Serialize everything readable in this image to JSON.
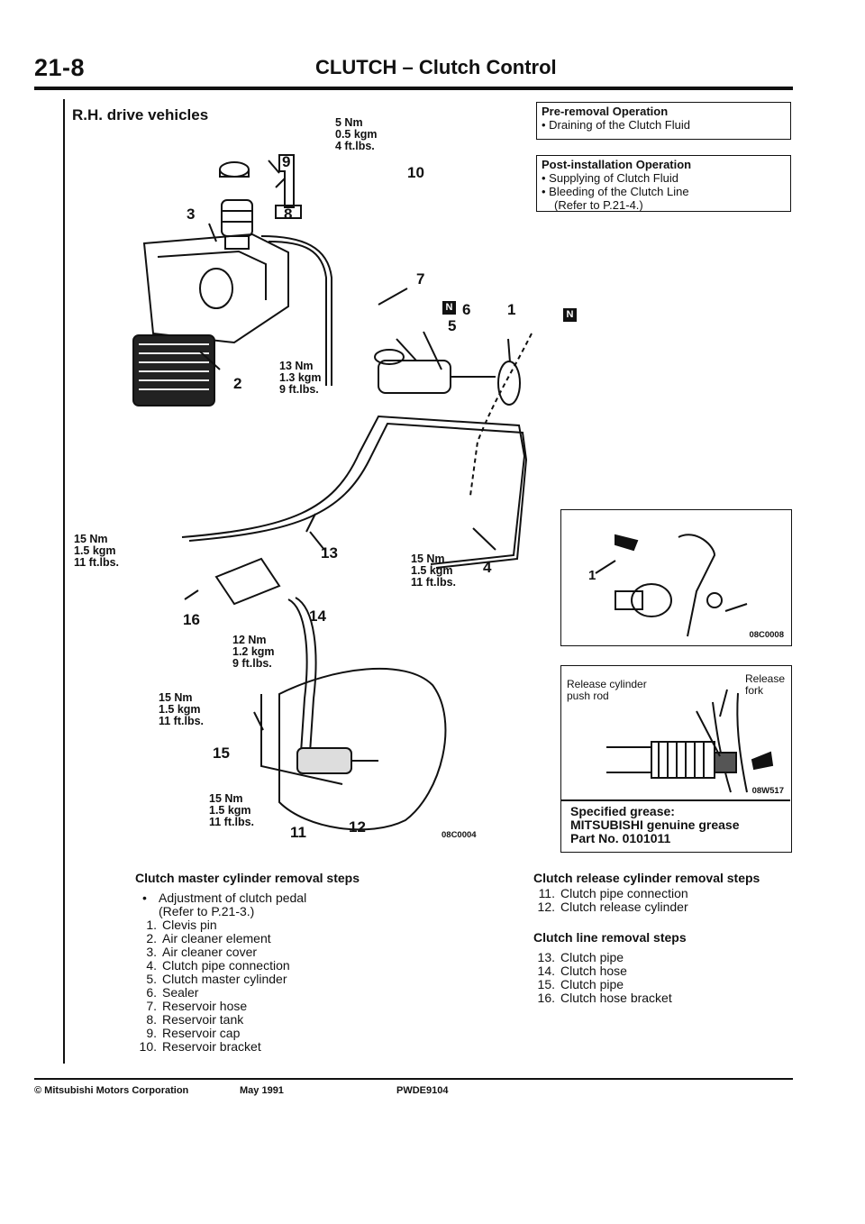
{
  "header": {
    "page_number": "21-8",
    "section_title": "CLUTCH – Clutch Control"
  },
  "diagram": {
    "variant_label": "R.H. drive vehicles",
    "callouts": {
      "c1": "1",
      "c2": "2",
      "c3": "3",
      "c4": "4",
      "c5": "5",
      "c6": "6",
      "c7": "7",
      "c8": "8",
      "c9": "9",
      "c10": "10",
      "c11": "11",
      "c12": "12",
      "c13": "13",
      "c14": "14",
      "c15": "15",
      "c16": "16"
    },
    "torques": {
      "t_reservoir_cap": "5 Nm\n0.5 kgm\n4 ft.lbs.",
      "t_master_cyl": "13 Nm\n1.3 kgm\n9 ft.lbs.",
      "t_left_pipe": "15 Nm\n1.5 kgm\n11 ft.lbs.",
      "t_right_pipe": "15 Nm\n1.5 kgm\n11 ft.lbs.",
      "t_hose": "12 Nm\n1.2 kgm\n9 ft.lbs.",
      "t_bracket": "15 Nm\n1.5 kgm\n11 ft.lbs.",
      "t_release_cyl": "15 Nm\n1.5 kgm\n11 ft.lbs."
    },
    "symbol_n": "N",
    "figure_code": "08C0004"
  },
  "pre_removal": {
    "title": "Pre-removal Operation",
    "items": [
      "• Draining of the Clutch Fluid"
    ]
  },
  "post_installation": {
    "title": "Post-installation Operation",
    "items": [
      "• Supplying of Clutch Fluid",
      "• Bleeding of the Clutch Line",
      "(Refer to P.21-4.)"
    ]
  },
  "inset_top": {
    "callout": "1",
    "figure_code": "08C0008"
  },
  "inset_grease": {
    "label_push_rod": "Release cylinder\npush rod",
    "label_fork": "Release\nfork",
    "figure_code": "08W517",
    "spec_title": "Specified grease:",
    "spec_line1": "MITSUBISHI genuine grease",
    "spec_line2": "Part No. 0101011"
  },
  "master_steps": {
    "title": "Clutch master cylinder removal steps",
    "items": [
      {
        "num": "•",
        "text": "Adjustment of clutch pedal"
      },
      {
        "num": "",
        "text": "(Refer to P.21-3.)"
      },
      {
        "num": "1.",
        "text": "Clevis pin"
      },
      {
        "num": "2.",
        "text": "Air cleaner element"
      },
      {
        "num": "3.",
        "text": "Air cleaner cover"
      },
      {
        "num": "4.",
        "text": "Clutch pipe connection"
      },
      {
        "num": "5.",
        "text": "Clutch master cylinder"
      },
      {
        "num": "6.",
        "text": "Sealer"
      },
      {
        "num": "7.",
        "text": "Reservoir hose"
      },
      {
        "num": "8.",
        "text": "Reservoir tank"
      },
      {
        "num": "9.",
        "text": "Reservoir cap"
      },
      {
        "num": "10.",
        "text": "Reservoir bracket"
      }
    ]
  },
  "release_steps": {
    "title": "Clutch release cylinder removal steps",
    "items": [
      {
        "num": "11.",
        "text": "Clutch pipe connection"
      },
      {
        "num": "12.",
        "text": "Clutch release cylinder"
      }
    ]
  },
  "line_steps": {
    "title": "Clutch line removal steps",
    "items": [
      {
        "num": "13.",
        "text": "Clutch pipe"
      },
      {
        "num": "14.",
        "text": "Clutch hose"
      },
      {
        "num": "15.",
        "text": "Clutch pipe"
      },
      {
        "num": "16.",
        "text": "Clutch hose bracket"
      }
    ]
  },
  "footer": {
    "copyright": "© Mitsubishi Motors Corporation",
    "date": "May 1991",
    "doc_code": "PWDE9104"
  }
}
